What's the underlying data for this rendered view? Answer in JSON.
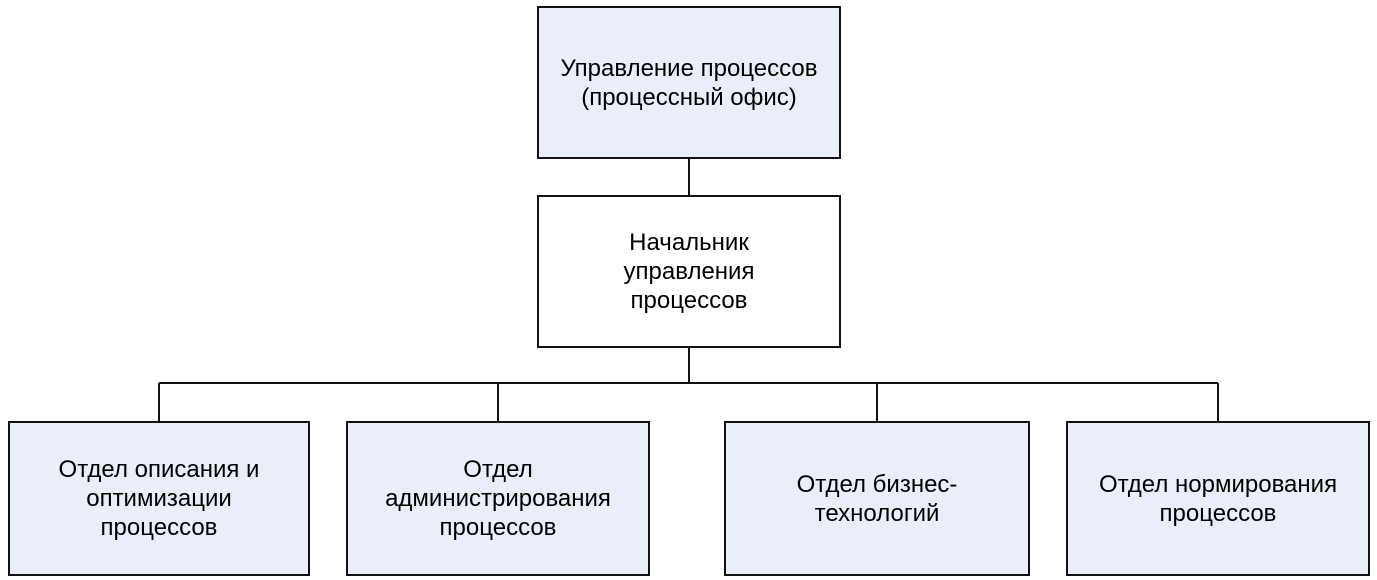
{
  "colors": {
    "shaded_fill": "#e9eef8",
    "plain_fill": "#ffffff",
    "stroke": "#111111"
  },
  "nodes": {
    "top": {
      "label": "Управление процессов (процессный офис)",
      "fill": "#e9eef8"
    },
    "head": {
      "label": "Начальник управления процессов",
      "fill": "#ffffff"
    },
    "departments": [
      {
        "label": "Отдел описания и оптимизации процессов",
        "fill": "#e9eef8"
      },
      {
        "label": "Отдел администрирования процессов",
        "fill": "#e9eef8"
      },
      {
        "label": "Отдел бизнес-технологий",
        "fill": "#e9eef8"
      },
      {
        "label": "Отдел нормирования процессов",
        "fill": "#e9eef8"
      }
    ]
  }
}
